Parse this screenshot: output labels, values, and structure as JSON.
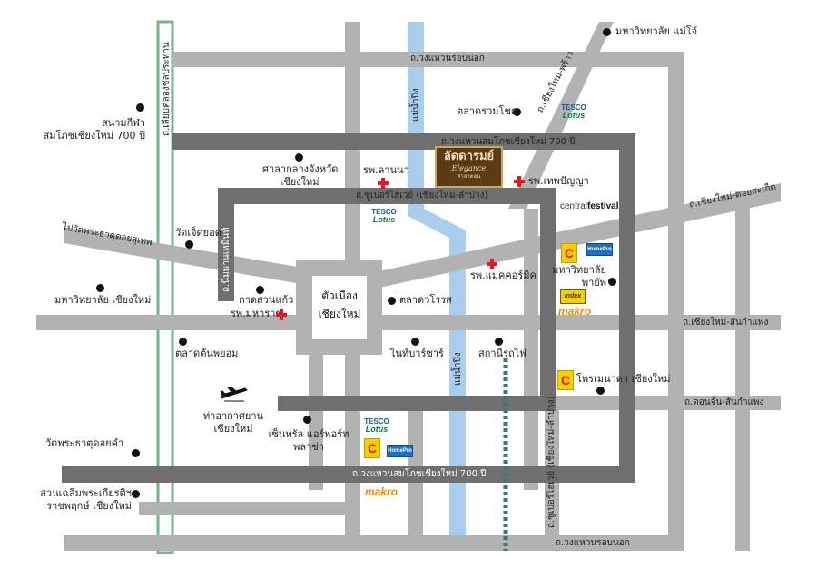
{
  "map": {
    "roads": {
      "outer_ring_top": "ถ.วงแหวนรอบนอก",
      "outer_ring_bottom": "ถ.วงแหวนรอบนอก",
      "ring_700_top": "ถ.วงแหวนสมโภชเชียงใหม่ 700 ปี",
      "ring_700_bottom": "ถ.วงแหวนสมโภชเชียงใหม่ 700 ปี",
      "superhighway_top": "ถ.ซูเปอร์ไฮเวย์ (เชียงใหม่-ลำปาง)",
      "superhighway_right": "ถ.ซูเปอร์ไฮเวย์ (เชียงใหม่-ลำปาง)",
      "chiangmai_sankamphaeng": "ถ.เชียงใหม่-สันกำแพง",
      "donchan_sankamphaeng": "ถ.ดอนจั่น-สันกำแพง",
      "chiangmai_doisaket": "ถ.เชียงใหม่-ดอยสะเก็ด",
      "chiangmai_phrao": "ถ.เชียงใหม่-พร้าว",
      "to_doisuthep": "ไปวัดพระธาตุดอยสุเทพ",
      "nimmanhaemin": "ถ.นิมมานเหมินท์",
      "canal_road": "ถ.เลียบคลองชลประทาน",
      "ping_river_top": "แม่น้ำปิง",
      "ping_river_bottom": "แม่น้ำปิง"
    },
    "city_center": {
      "line1": "ตัวเมือง",
      "line2": "เชียงใหม่"
    },
    "landmarks": {
      "maejo_univ": "มหาวิทยาลัย แม่โจ้",
      "stadium_line1": "สนามกีฬา",
      "stadium_line2": "สมโภชเชียงใหม่ 700 ปี",
      "talat_ruamchok": "ตลาดรวมโชค",
      "city_hall_line1": "ศาลากลางจังหวัด",
      "city_hall_line2": "เชียงใหม่",
      "lanna_hospital": "รพ.ลานนา",
      "thepanya_hospital": "รพ.เทพปัญญา",
      "wat_jet_yot": "วัดเจ็ดยอด",
      "cmu": "มหาวิทยาลัย เชียงใหม่",
      "kad_suan_kaew": "กาดสวนแก้ว",
      "maharaj_hospital": "รพ.มหาราช",
      "warorot": "ตลาดวโรรส",
      "mccormick_hospital": "รพ.แมคคอร์มิค",
      "payap_line1": "มหาวิทยาลัย",
      "payap_line2": "พายัพ",
      "ton_payom": "ตลาดต้นพยอม",
      "night_bazaar": "ไนท์บาร์ซาร์",
      "railway_station": "สถานีรถไฟ",
      "promenada": "โพรเมนาดา เชียงใหม่",
      "airport_line1": "ท่าอากาศยาน",
      "airport_line2": "เชียงใหม่",
      "central_airport_line1": "เซ็นทรัล แอร์พอร์ท",
      "central_airport_line2": "พลาซ่า",
      "wat_doi_kham": "วัดพระธาตุดอยคำ",
      "royal_park_line1": "สวนเฉลิมพระเกียรติฯ",
      "royal_park_line2": "ราชพฤกษ์ เชียงใหม่"
    },
    "brands": {
      "tesco_line1": "TESCO",
      "tesco_line2": "Lotus",
      "makro": "makro",
      "central_prefix": "central",
      "central_suffix": "festival",
      "bigc": "C",
      "homepro": "HomePro",
      "index": "index"
    },
    "project_logo": {
      "line1": "ลัดดารมย์",
      "line2": "Elegance",
      "line3": "ศาลาดอน"
    },
    "colors": {
      "outer_road": "#b2b2b2",
      "ring_road": "#6f6f6f",
      "river": "#a9cdec",
      "canal": "#74b48a",
      "railway": "#2f7e78",
      "hospital": "#e01b24"
    }
  }
}
